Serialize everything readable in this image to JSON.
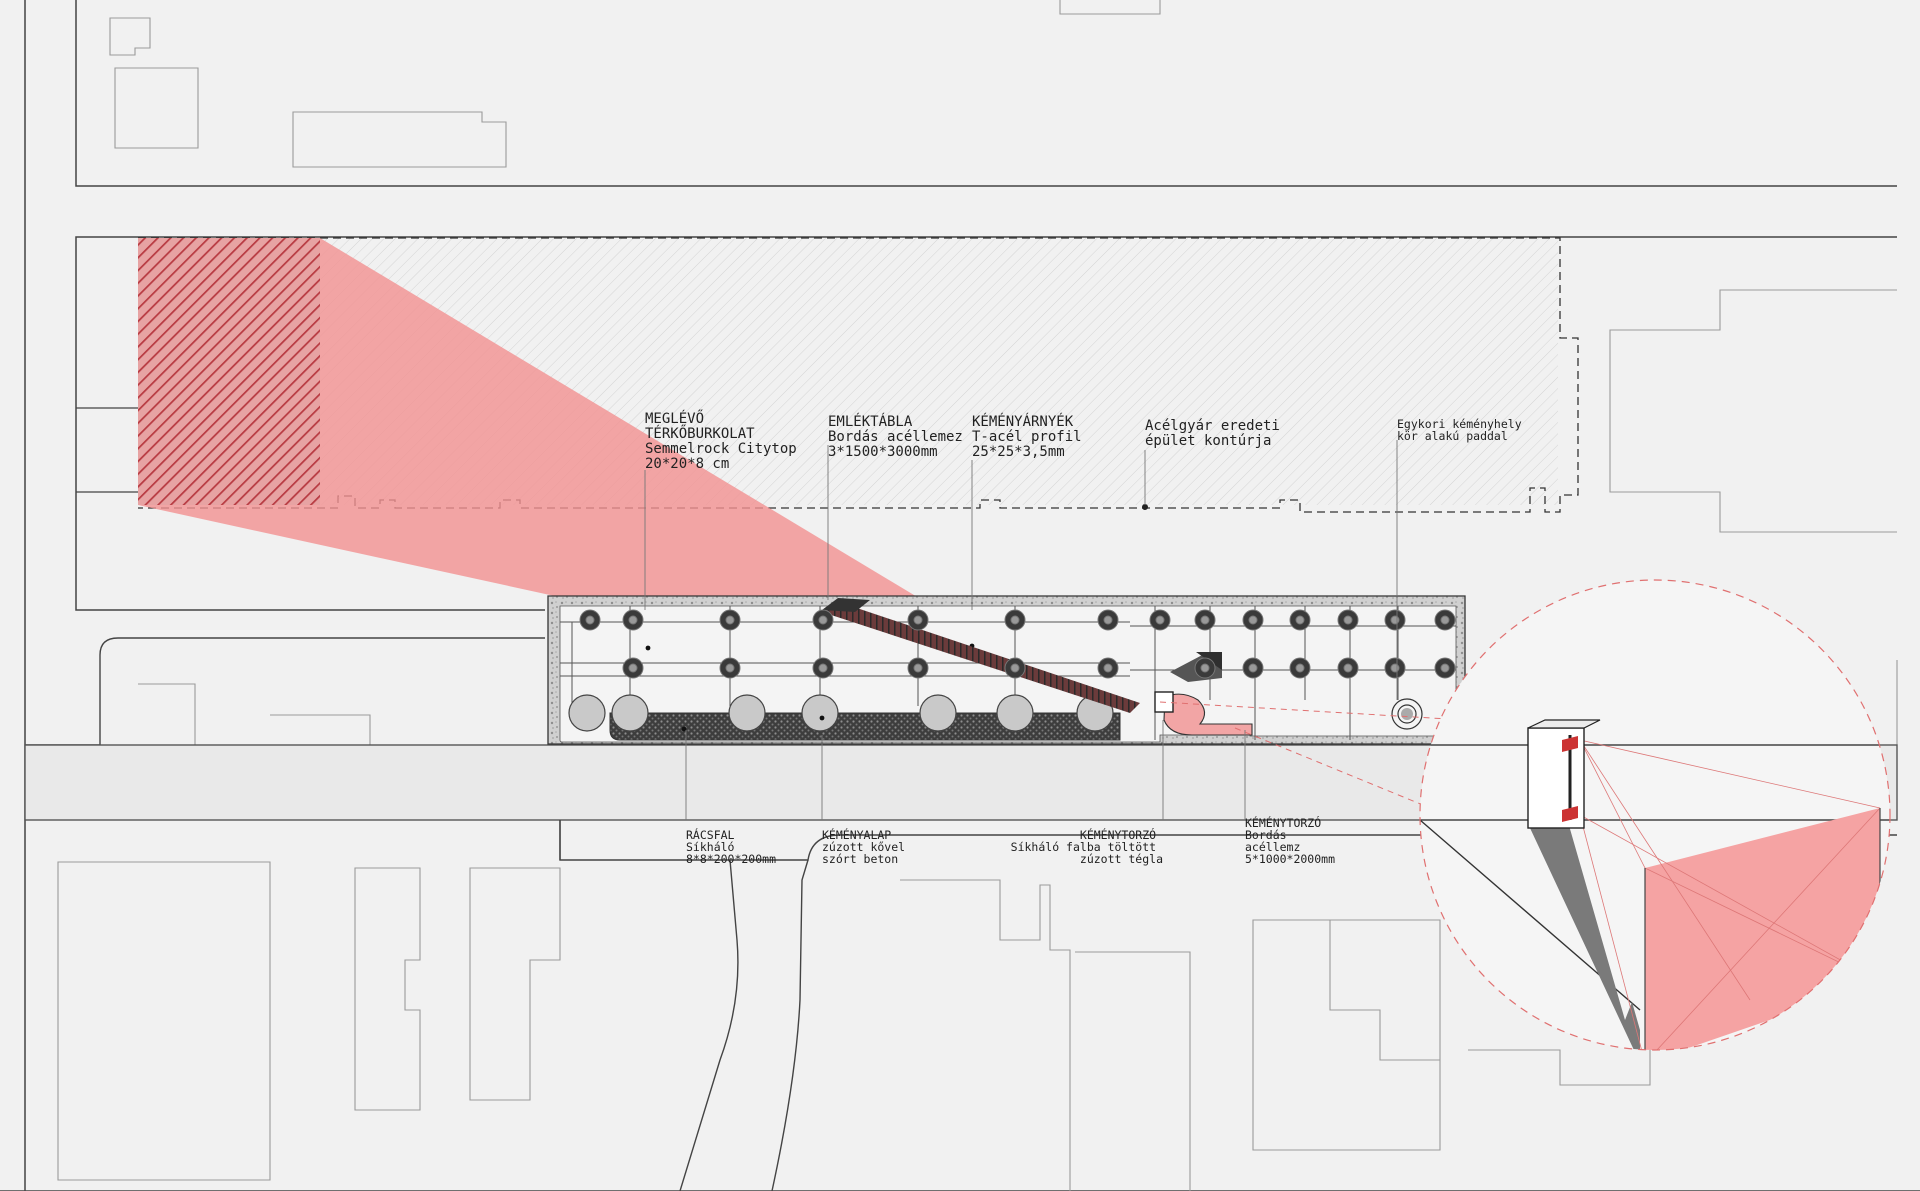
{
  "labels_top": [
    {
      "lines": [
        "MEGLÉVŐ",
        "TÉRKŐBURKOLAT",
        "Semmelrock Citytop",
        "20*20*8 cm"
      ]
    },
    {
      "lines": [
        "EMLÉKTÁBLA",
        "Bordás acéllemez",
        "3*1500*3000mm"
      ]
    },
    {
      "lines": [
        "KÉMÉNYÁRNYÉK",
        "T-acél profil",
        "25*25*3,5mm"
      ]
    },
    {
      "lines": [
        "Acélgyár eredeti",
        "épület kontúrja"
      ]
    },
    {
      "lines": [
        "Egykori kéményhely",
        "kör alakú paddal"
      ]
    }
  ],
  "labels_bottom": [
    {
      "lines": [
        "RÁCSFAL",
        "Síkháló",
        "8*8*200*200mm"
      ]
    },
    {
      "lines": [
        "KÉMÉNYALAP",
        "zúzott kővel",
        "szórt beton"
      ]
    },
    {
      "lines": [
        "KÉMÉNYTORZÓ",
        "Síkháló falba töltött",
        "zúzott tégla"
      ]
    },
    {
      "lines": [
        "KÉMÉNYTORZÓ",
        "Bordás",
        "acéllemz",
        "5*1000*2000mm"
      ]
    }
  ],
  "colors": {
    "shadow": "#f28f8f",
    "hatch": "#c0454a",
    "line": "#444444",
    "building": "#9a9a9a",
    "background": "#f1f1f1"
  }
}
